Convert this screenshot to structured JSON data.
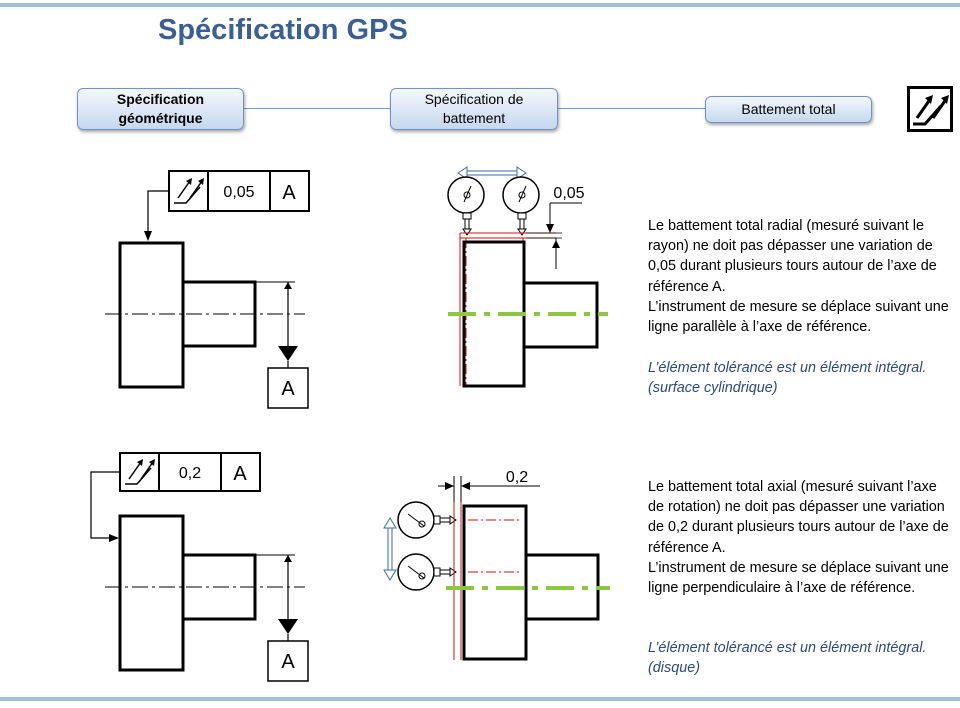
{
  "title": "Spécification GPS",
  "flow": {
    "step1": "Spécification géométrique",
    "step2": "Spécification de battement",
    "step3": "Battement total"
  },
  "symbol_icon": "total-runout-icon",
  "top": {
    "frame_tolerance": "0,05",
    "frame_datum": "A",
    "datum_label": "A",
    "gauge_dimension": "0,05",
    "description": [
      "Le battement total radial (mesuré suivant le rayon) ne doit pas dépasser une variation de 0,05 durant plusieurs tours autour de l’axe de référence A.",
      "L’instrument de mesure se déplace suivant une ligne parallèle à l’axe de référence."
    ],
    "note": "L’élément tolérancé est un élément intégral. (surface cylindrique)"
  },
  "bottom": {
    "frame_tolerance": "0,2",
    "frame_datum": "A",
    "datum_label": "A",
    "gauge_dimension": "0,2",
    "description": [
      "Le battement  total axial (mesuré suivant l’axe de rotation) ne doit pas dépasser une variation de 0,2 durant plusieurs tours autour de l’axe de référence A.",
      "L’instrument de mesure se déplace suivant une ligne perpendiculaire à l’axe de référence."
    ],
    "note": "L’élément tolérancé est un élément intégral. (disque)"
  },
  "colors": {
    "title": "#3a5f94",
    "note": "#2e4a7a",
    "accent_red": "#cc1111",
    "axis_green": "#8dc63f",
    "arrow_blue": "#3a6ea5"
  }
}
